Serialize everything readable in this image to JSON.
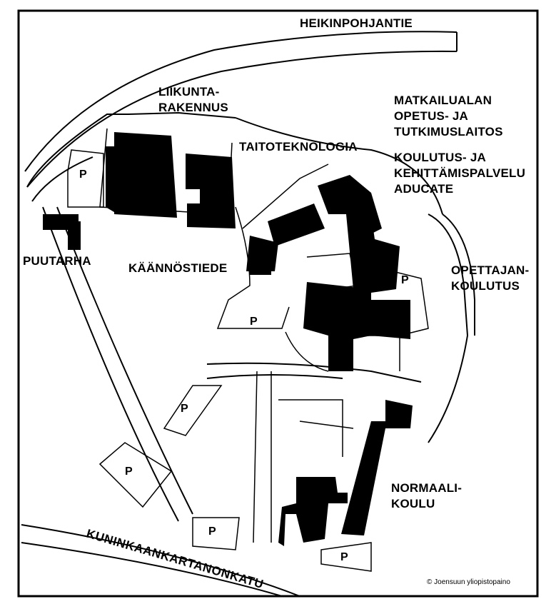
{
  "colors": {
    "building": "#000000",
    "road": "#ffffff",
    "outline": "#000000",
    "background": "#ffffff"
  },
  "streets": {
    "north": "HEIKINPOHJANTIE",
    "south": "KUNINKAANKARTANONKATU"
  },
  "buildings": {
    "liikunta_line1": "LIIKUNTA-",
    "liikunta_line2": "RAKENNUS",
    "matkailu_line1": "MATKAILUALAN",
    "matkailu_line2": "OPETUS- JA",
    "matkailu_line3": "TUTKIMUSLAITOS",
    "taitoteknologia": "TAITOTEKNOLOGIA",
    "koulutus_line1": "KOULUTUS- JA",
    "koulutus_line2": "KEHITTÄMISPALVELU",
    "koulutus_line3": "ADUCATE",
    "puutarha": "PUUTARHA",
    "kaannostiede": "KÄÄNNÖSTIEDE",
    "opettajan_line1": "OPETTAJAN-",
    "opettajan_line2": "KOULUTUS",
    "normaali_line1": "NORMAALI-",
    "normaali_line2": "KOULU"
  },
  "parking_label": "P",
  "copyright": "© Joensuun yliopistopaino"
}
